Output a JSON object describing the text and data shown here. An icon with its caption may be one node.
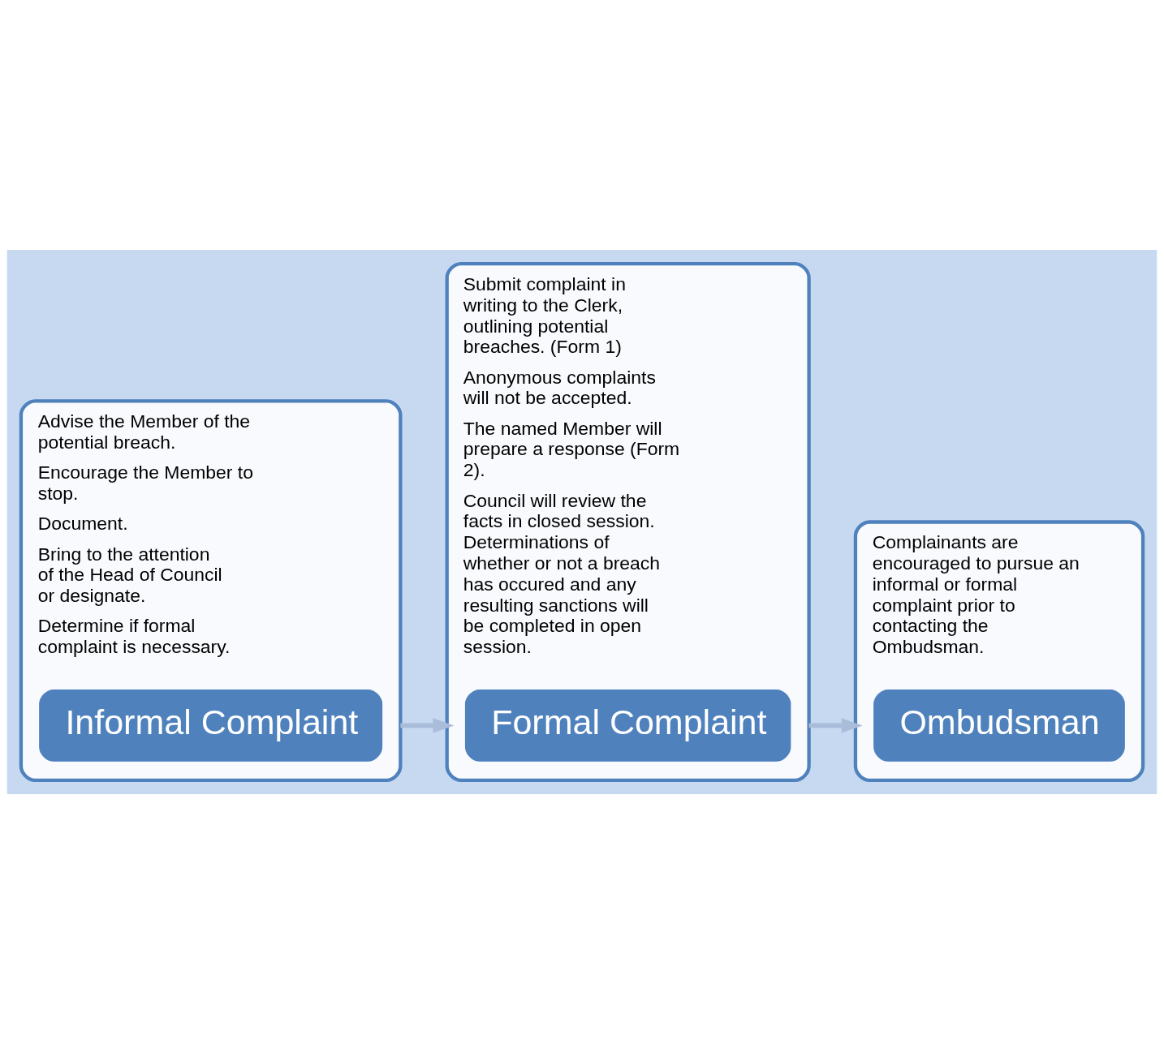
{
  "diagram": {
    "nodes": [
      {
        "text": [
          "Advise the Member of the potential breach.",
          "Encourage the Member to stop.",
          "Document.",
          "Bring to the attention of the Head of Council or designate.",
          "Determine if formal complaint is necessary."
        ]
      },
      {
        "text": [
          "Informal Complaint"
        ],
        "in": 0
      },
      {
        "text": [
          "Submit complaint in writing to the Clerk, outlining potential breaches. (Form 1)",
          "Anonymous complaints will not be accepted.",
          "The named Member will prepare a response (Form 2).",
          "Council will review the facts in closed session. Determinations of whether or not a breach has occured and any resulting sanctions will be completed in open session."
        ]
      },
      {
        "text": [
          "Formal Complaint"
        ],
        "in": 2
      },
      {
        "text": [
          "Complainants are encouraged to pursue an informal or formal complaint prior to contacting the Ombudsman."
        ]
      },
      {
        "text": [
          "Ombudsman"
        ],
        "in": 4
      }
    ],
    "edges": [
      {
        "from": 0,
        "to": 2,
        "arrow": "to"
      },
      {
        "from": 2,
        "to": 4,
        "arrow": "to"
      }
    ]
  }
}
